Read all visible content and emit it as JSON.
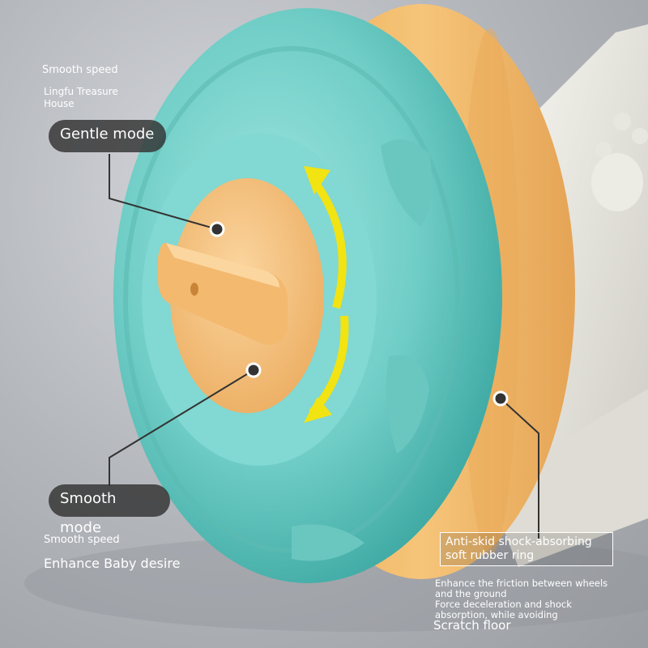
{
  "colors": {
    "wheel_teal": "#79d5cf",
    "ring_orange": "#f4bf6d",
    "hub_orange": "#f6c487",
    "arrow_yellow": "#f2e312",
    "label_bg": "#323232"
  },
  "labels": {
    "top_caption_1": "Smooth speed",
    "top_caption_2a": "Lingfu Treasure",
    "top_caption_2b": "House",
    "gentle_mode": "Gentle mode",
    "smooth_mode": "Smooth mode",
    "bottom_caption_1": "Smooth speed",
    "bottom_caption_2": "Enhance Baby desire",
    "ring_label_1": "Anti-skid shock-absorbing",
    "ring_label_2": "soft rubber ring",
    "ring_desc_1": "Enhance the friction between wheels",
    "ring_desc_2": "and the ground",
    "ring_desc_3": "Force deceleration and shock",
    "ring_desc_4": "absorption, while avoiding",
    "ring_desc_5": "Scratch floor"
  }
}
